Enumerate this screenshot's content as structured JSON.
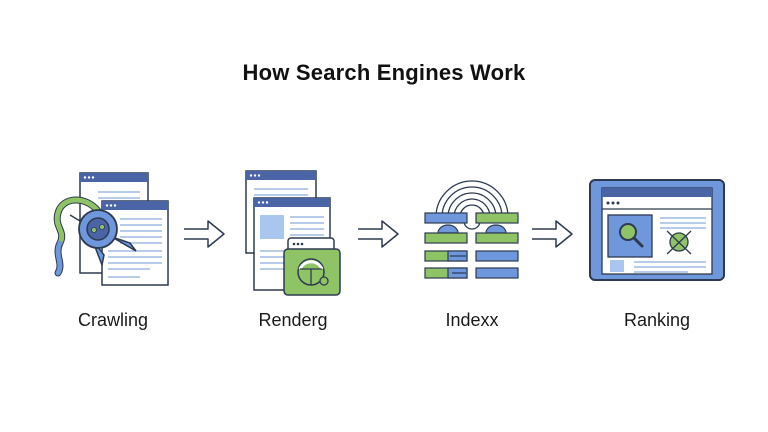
{
  "title": "How Search Engines Work",
  "colors": {
    "outline": "#2d3a4f",
    "header_blue": "#4a64a6",
    "light_blue": "#a9c6ee",
    "mid_blue": "#6f97dc",
    "green": "#8fc466",
    "line_blue": "#9fbbe0"
  },
  "stages": [
    {
      "id": "crawling",
      "label": "Crawling",
      "icon": "crawler-robot-icon"
    },
    {
      "id": "rendering",
      "label": "Renderg",
      "icon": "rendering-pages-icon"
    },
    {
      "id": "indexing",
      "label": "Indexx",
      "icon": "index-database-icon"
    },
    {
      "id": "ranking",
      "label": "Ranking",
      "icon": "ranking-browser-icon"
    }
  ],
  "arrows": [
    "right-arrow-icon",
    "right-arrow-icon",
    "right-arrow-icon"
  ]
}
